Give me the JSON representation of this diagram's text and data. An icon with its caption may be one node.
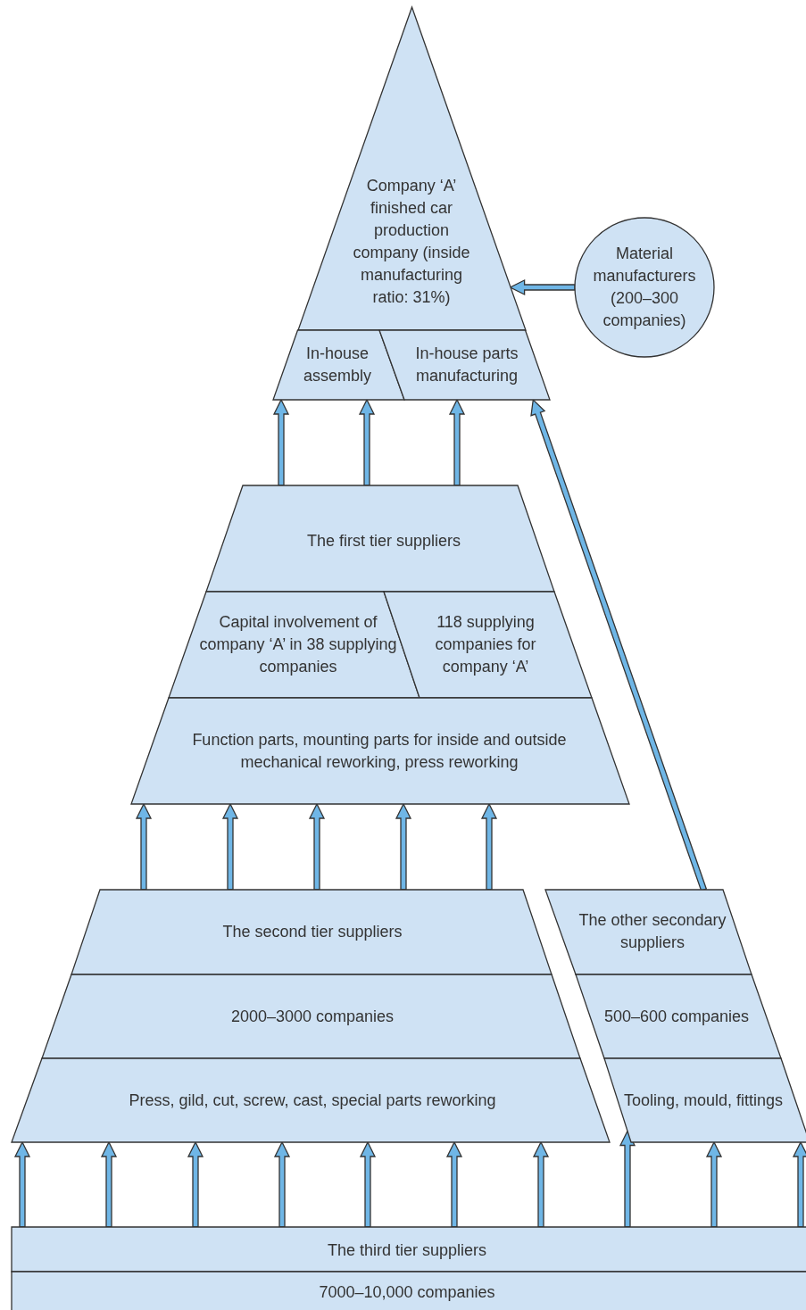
{
  "diagram": {
    "nodes": [
      {
        "text": [
          "Company ‘A’ finished car production company (inside manufacturing ratio: 31%)"
        ]
      },
      {
        "text": [
          "In-house assembly"
        ]
      },
      {
        "text": [
          "In-house parts manufacturing"
        ]
      },
      {
        "text": [
          "Material manufacturers (200–300 companies)"
        ]
      },
      {
        "text": [
          "The first tier suppliers"
        ]
      },
      {
        "text": [
          "Capital involvement of company ‘A’ in 38 supplying companies"
        ]
      },
      {
        "text": [
          "118 supplying companies for company ‘A’"
        ]
      },
      {
        "text": [
          "Function parts, mounting parts for inside and outside mechanical reworking, press reworking"
        ]
      },
      {
        "text": [
          "The second tier suppliers"
        ]
      },
      {
        "text": [
          "2000–3000 companies"
        ]
      },
      {
        "text": [
          "Press, gild, cut, screw, cast, special parts reworking"
        ]
      },
      {
        "text": [
          "The other secondary suppliers"
        ]
      },
      {
        "text": [
          "500–600 companies"
        ]
      },
      {
        "text": [
          "Tooling, mould, fittings"
        ]
      },
      {
        "text": [
          "The third tier suppliers"
        ]
      },
      {
        "text": [
          "7000–10,000 companies"
        ]
      }
    ],
    "edges": [
      {
        "from": 3,
        "to": 0,
        "arrow": "to"
      },
      {
        "from": 4,
        "to": 1,
        "arrow": "to"
      },
      {
        "from": 4,
        "to": 1,
        "arrow": "to"
      },
      {
        "from": 4,
        "to": 2,
        "arrow": "to"
      },
      {
        "from": 11,
        "to": 2,
        "arrow": "to"
      },
      {
        "from": 8,
        "to": 7,
        "arrow": "to"
      },
      {
        "from": 8,
        "to": 7,
        "arrow": "to"
      },
      {
        "from": 8,
        "to": 7,
        "arrow": "to"
      },
      {
        "from": 8,
        "to": 7,
        "arrow": "to"
      },
      {
        "from": 8,
        "to": 7,
        "arrow": "to"
      },
      {
        "from": 14,
        "to": 10,
        "arrow": "to"
      },
      {
        "from": 14,
        "to": 10,
        "arrow": "to"
      },
      {
        "from": 14,
        "to": 10,
        "arrow": "to"
      },
      {
        "from": 14,
        "to": 10,
        "arrow": "to"
      },
      {
        "from": 14,
        "to": 10,
        "arrow": "to"
      },
      {
        "from": 14,
        "to": 10,
        "arrow": "to"
      },
      {
        "from": 14,
        "to": 10,
        "arrow": "to"
      },
      {
        "from": 14,
        "to": 13,
        "arrow": "to"
      },
      {
        "from": 14,
        "to": 13,
        "arrow": "to"
      },
      {
        "from": 14,
        "to": 13,
        "arrow": "to"
      }
    ]
  }
}
